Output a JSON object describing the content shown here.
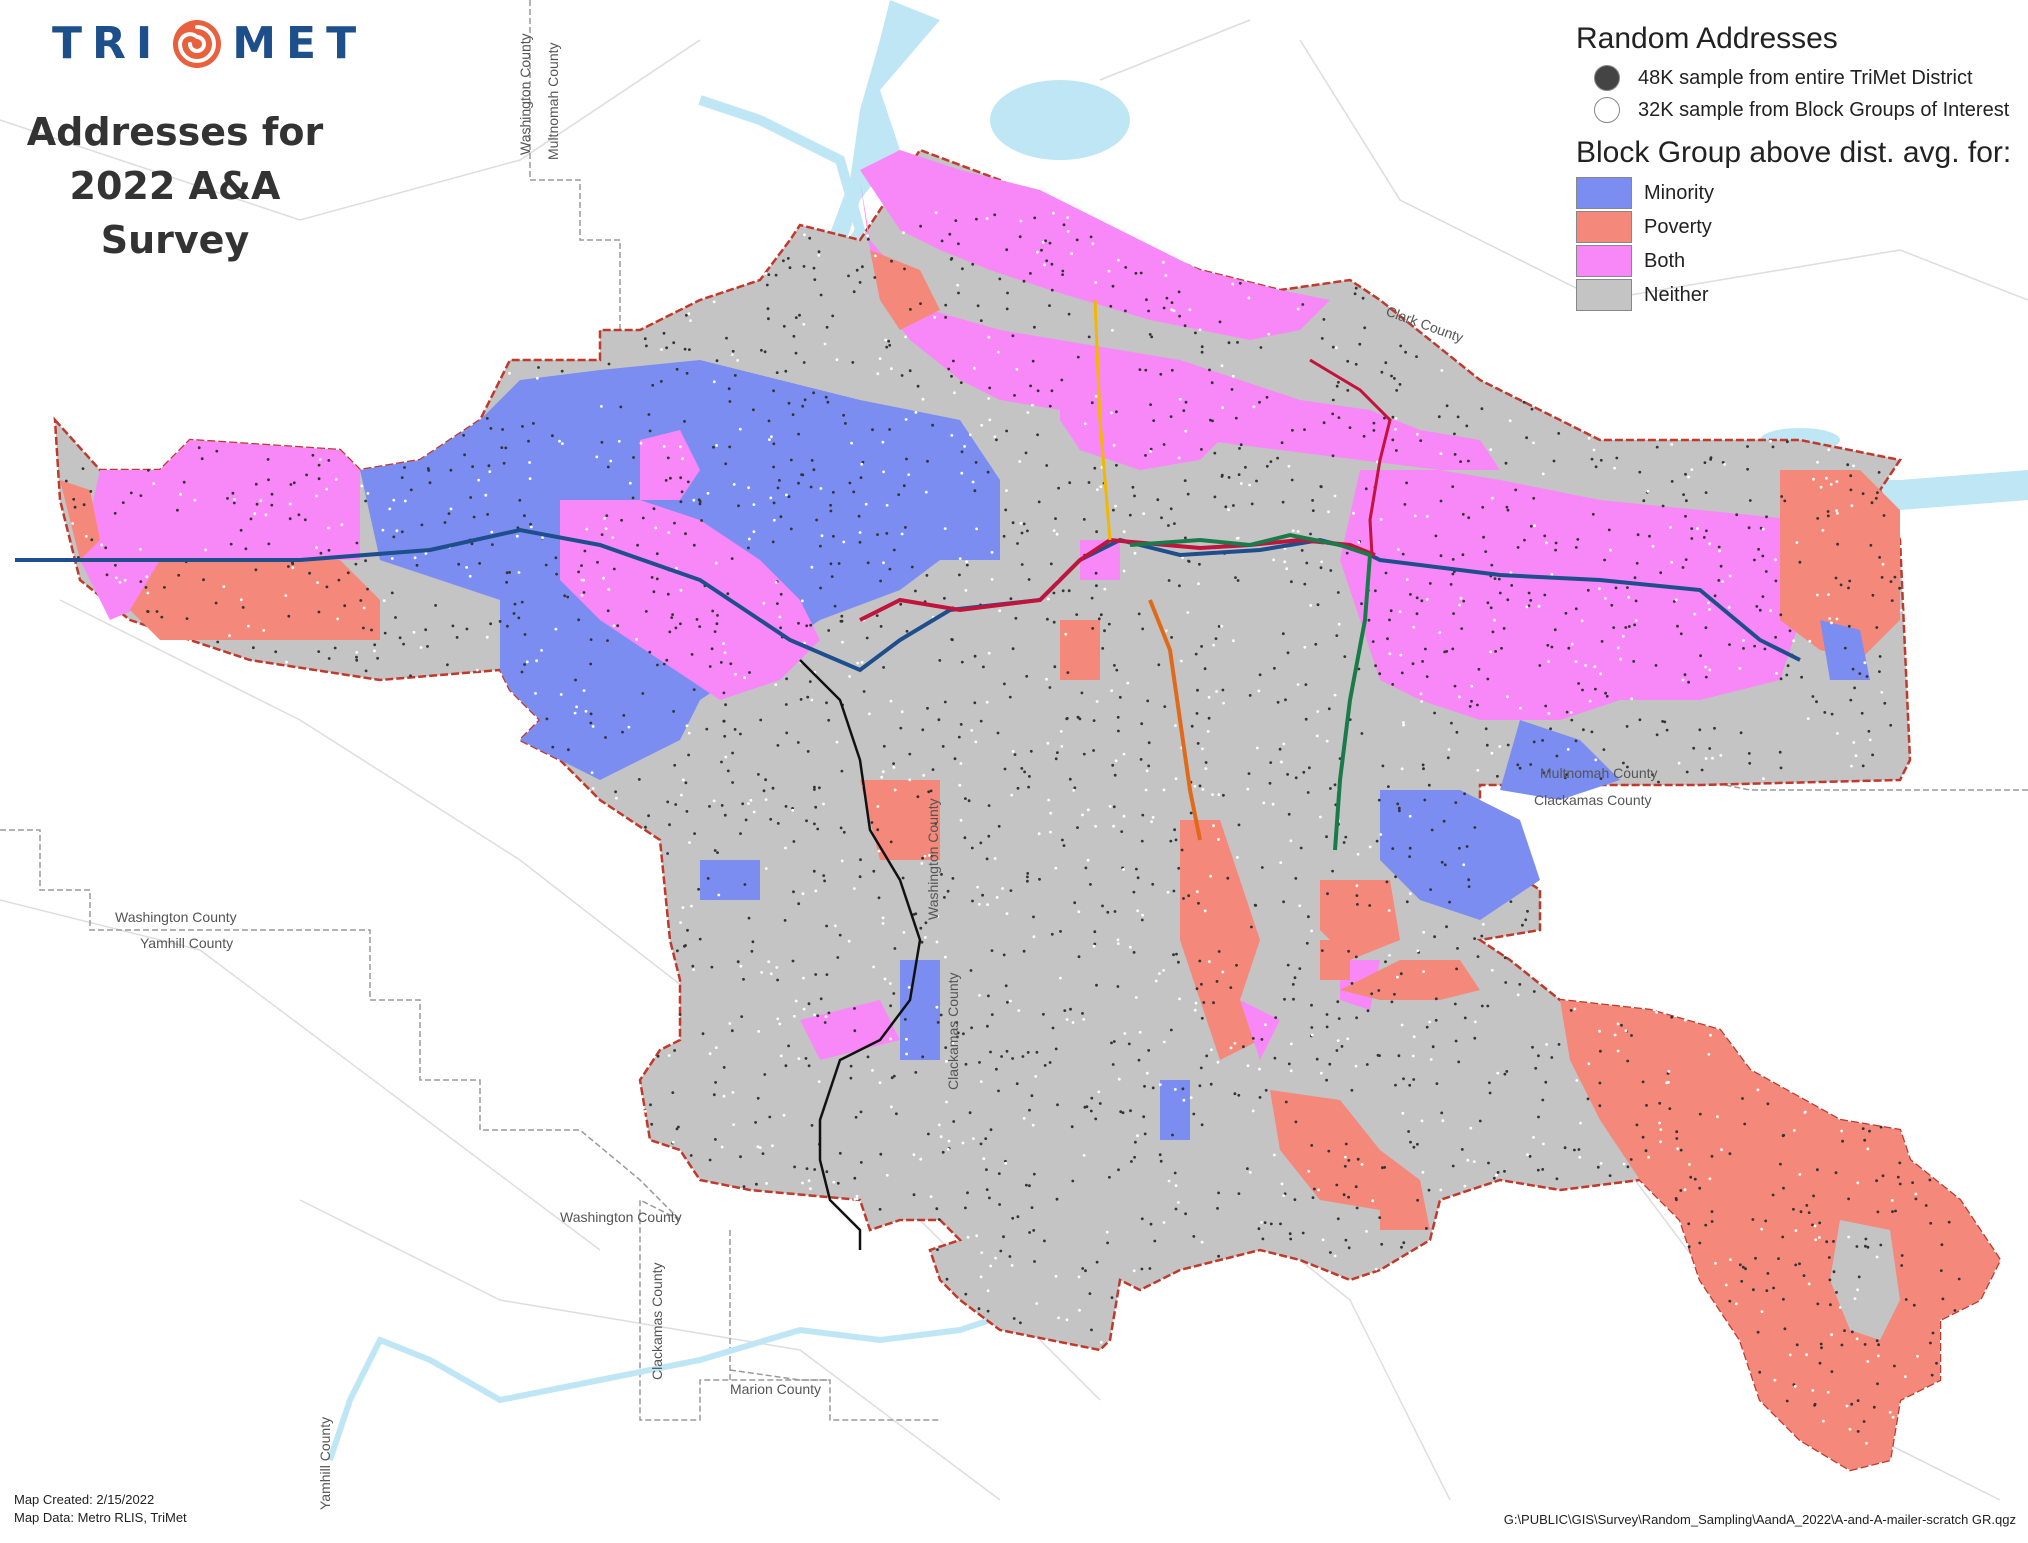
{
  "logo": {
    "text_left": "TRI",
    "text_right": "MET",
    "icon": "trimet-swirl-icon"
  },
  "title_line1": "Addresses for",
  "title_line2": "2022 A&A Survey",
  "legend": {
    "heading1": "Random Addresses",
    "point_items": [
      {
        "label": "48K sample from entire TriMet District",
        "color": "#444444"
      },
      {
        "label": "32K sample from Block Groups of Interest",
        "color": "#ffffff"
      }
    ],
    "heading2": "Block Group above dist. avg. for:",
    "categories": [
      {
        "label": "Minority",
        "color": "#7b8df0"
      },
      {
        "label": "Poverty",
        "color": "#f4887a"
      },
      {
        "label": "Both",
        "color": "#f888f8"
      },
      {
        "label": "Neither",
        "color": "#c4c4c4"
      }
    ]
  },
  "county_labels": {
    "washington_v": "Washington County",
    "multnomah_v": "Multnomah County",
    "clark": "Clark County",
    "multnomah_h": "Multnomah County",
    "clackamas_h": "Clackamas County",
    "washington_w": "Washington County",
    "yamhill_w": "Yamhill County",
    "washington_s": "Washington County",
    "clackamas_v": "Clackamas County",
    "marion": "Marion County",
    "yamhill_v": "Yamhill County",
    "washington_c": "Washington County",
    "clackamas_c": "Clackamas County"
  },
  "footer": {
    "created": "Map Created: 2/15/2022",
    "data": "Map Data: Metro RLIS, TriMet",
    "path": "G:\\PUBLIC\\GIS\\Survey\\Random_Sampling\\AandA_2022\\A-and-A-mailer-scratch GR.qgz"
  },
  "colors": {
    "district_boundary": "#c0392b",
    "river": "#bfe6f5",
    "line_blue": "#1f4e8c",
    "line_red": "#c0143c",
    "line_green": "#1a7a4a",
    "line_orange": "#e06a1a",
    "line_yellow": "#f2b700"
  }
}
